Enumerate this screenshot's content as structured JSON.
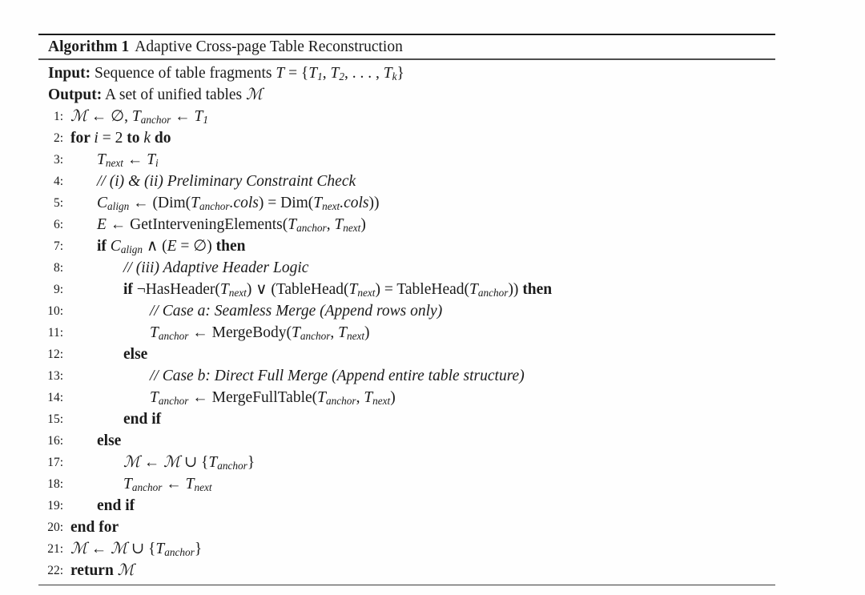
{
  "page": {
    "background": "#fefefe",
    "text_color": "#1b1b1b",
    "rule_color": "#1a1a1a"
  },
  "algorithm": {
    "label": "Algorithm 1",
    "title": "Adaptive Cross-page Table Reconstruction",
    "input": {
      "segments": [
        [
          "b",
          "Input:"
        ],
        [
          "r",
          " Sequence of table fragments "
        ],
        [
          "sc",
          "T"
        ],
        [
          "m",
          " = {"
        ],
        [
          "i",
          "T"
        ],
        [
          "s",
          "1"
        ],
        [
          "m",
          ", "
        ],
        [
          "i",
          "T"
        ],
        [
          "s",
          "2"
        ],
        [
          "m",
          ", . . . , "
        ],
        [
          "i",
          "T"
        ],
        [
          "s",
          "k"
        ],
        [
          "m",
          "}"
        ]
      ]
    },
    "output": {
      "segments": [
        [
          "b",
          "Output:"
        ],
        [
          "r",
          " A set of unified tables "
        ],
        [
          "sc",
          "ℳ"
        ]
      ]
    },
    "lines": [
      {
        "num": "1:",
        "indent": 0,
        "segments": [
          [
            "sc",
            "ℳ"
          ],
          [
            "m",
            " ← ∅, "
          ],
          [
            "i",
            "T"
          ],
          [
            "s",
            "anchor"
          ],
          [
            "m",
            " ← "
          ],
          [
            "i",
            "T"
          ],
          [
            "s",
            "1"
          ]
        ]
      },
      {
        "num": "2:",
        "indent": 0,
        "segments": [
          [
            "b",
            "for "
          ],
          [
            "i",
            "i"
          ],
          [
            "m",
            " = 2 "
          ],
          [
            "b",
            "to "
          ],
          [
            "i",
            "k"
          ],
          [
            "b",
            " do"
          ]
        ]
      },
      {
        "num": "3:",
        "indent": 1,
        "segments": [
          [
            "i",
            "T"
          ],
          [
            "s",
            "next"
          ],
          [
            "m",
            " ← "
          ],
          [
            "i",
            "T"
          ],
          [
            "s",
            "i"
          ]
        ]
      },
      {
        "num": "4:",
        "indent": 1,
        "segments": [
          [
            "c",
            "// (i) & (ii) Preliminary Constraint Check"
          ]
        ]
      },
      {
        "num": "5:",
        "indent": 1,
        "segments": [
          [
            "i",
            "C"
          ],
          [
            "s",
            "align"
          ],
          [
            "m",
            " ← (Dim("
          ],
          [
            "i",
            "T"
          ],
          [
            "s",
            "anchor"
          ],
          [
            "i",
            ".cols"
          ],
          [
            "m",
            ") = Dim("
          ],
          [
            "i",
            "T"
          ],
          [
            "s",
            "next"
          ],
          [
            "i",
            ".cols"
          ],
          [
            "m",
            "))"
          ]
        ]
      },
      {
        "num": "6:",
        "indent": 1,
        "segments": [
          [
            "i",
            "E"
          ],
          [
            "m",
            " ← GetInterveningElements("
          ],
          [
            "i",
            "T"
          ],
          [
            "s",
            "anchor"
          ],
          [
            "m",
            ", "
          ],
          [
            "i",
            "T"
          ],
          [
            "s",
            "next"
          ],
          [
            "m",
            ")"
          ]
        ]
      },
      {
        "num": "7:",
        "indent": 1,
        "segments": [
          [
            "b",
            "if "
          ],
          [
            "i",
            "C"
          ],
          [
            "s",
            "align"
          ],
          [
            "m",
            " ∧ ("
          ],
          [
            "i",
            "E"
          ],
          [
            "m",
            " = ∅) "
          ],
          [
            "b",
            "then"
          ]
        ]
      },
      {
        "num": "8:",
        "indent": 2,
        "segments": [
          [
            "c",
            "// (iii) Adaptive Header Logic"
          ]
        ]
      },
      {
        "num": "9:",
        "indent": 2,
        "segments": [
          [
            "b",
            "if "
          ],
          [
            "m",
            "¬HasHeader("
          ],
          [
            "i",
            "T"
          ],
          [
            "s",
            "next"
          ],
          [
            "m",
            ") ∨ (TableHead("
          ],
          [
            "i",
            "T"
          ],
          [
            "s",
            "next"
          ],
          [
            "m",
            ") = TableHead("
          ],
          [
            "i",
            "T"
          ],
          [
            "s",
            "anchor"
          ],
          [
            "m",
            ")) "
          ],
          [
            "b",
            "then"
          ]
        ]
      },
      {
        "num": "10:",
        "indent": 3,
        "segments": [
          [
            "c",
            "// Case a: Seamless Merge (Append rows only)"
          ]
        ]
      },
      {
        "num": "11:",
        "indent": 3,
        "segments": [
          [
            "i",
            "T"
          ],
          [
            "s",
            "anchor"
          ],
          [
            "m",
            " ← MergeBody("
          ],
          [
            "i",
            "T"
          ],
          [
            "s",
            "anchor"
          ],
          [
            "m",
            ", "
          ],
          [
            "i",
            "T"
          ],
          [
            "s",
            "next"
          ],
          [
            "m",
            ")"
          ]
        ]
      },
      {
        "num": "12:",
        "indent": 2,
        "segments": [
          [
            "b",
            "else"
          ]
        ]
      },
      {
        "num": "13:",
        "indent": 3,
        "segments": [
          [
            "c",
            "// Case b: Direct Full Merge (Append entire table structure)"
          ]
        ]
      },
      {
        "num": "14:",
        "indent": 3,
        "segments": [
          [
            "i",
            "T"
          ],
          [
            "s",
            "anchor"
          ],
          [
            "m",
            " ← MergeFullTable("
          ],
          [
            "i",
            "T"
          ],
          [
            "s",
            "anchor"
          ],
          [
            "m",
            ", "
          ],
          [
            "i",
            "T"
          ],
          [
            "s",
            "next"
          ],
          [
            "m",
            ")"
          ]
        ]
      },
      {
        "num": "15:",
        "indent": 2,
        "segments": [
          [
            "b",
            "end if"
          ]
        ]
      },
      {
        "num": "16:",
        "indent": 1,
        "segments": [
          [
            "b",
            "else"
          ]
        ]
      },
      {
        "num": "17:",
        "indent": 2,
        "segments": [
          [
            "sc",
            "ℳ"
          ],
          [
            "m",
            " ← "
          ],
          [
            "sc",
            "ℳ"
          ],
          [
            "m",
            " ∪ {"
          ],
          [
            "i",
            "T"
          ],
          [
            "s",
            "anchor"
          ],
          [
            "m",
            "}"
          ]
        ]
      },
      {
        "num": "18:",
        "indent": 2,
        "segments": [
          [
            "i",
            "T"
          ],
          [
            "s",
            "anchor"
          ],
          [
            "m",
            " ← "
          ],
          [
            "i",
            "T"
          ],
          [
            "s",
            "next"
          ]
        ]
      },
      {
        "num": "19:",
        "indent": 1,
        "segments": [
          [
            "b",
            "end if"
          ]
        ]
      },
      {
        "num": "20:",
        "indent": 0,
        "segments": [
          [
            "b",
            "end for"
          ]
        ]
      },
      {
        "num": "21:",
        "indent": 0,
        "segments": [
          [
            "sc",
            "ℳ"
          ],
          [
            "m",
            " ← "
          ],
          [
            "sc",
            "ℳ"
          ],
          [
            "m",
            " ∪ {"
          ],
          [
            "i",
            "T"
          ],
          [
            "s",
            "anchor"
          ],
          [
            "m",
            "}"
          ]
        ]
      },
      {
        "num": "22:",
        "indent": 0,
        "segments": [
          [
            "b",
            "return "
          ],
          [
            "sc",
            "ℳ"
          ]
        ]
      }
    ]
  }
}
